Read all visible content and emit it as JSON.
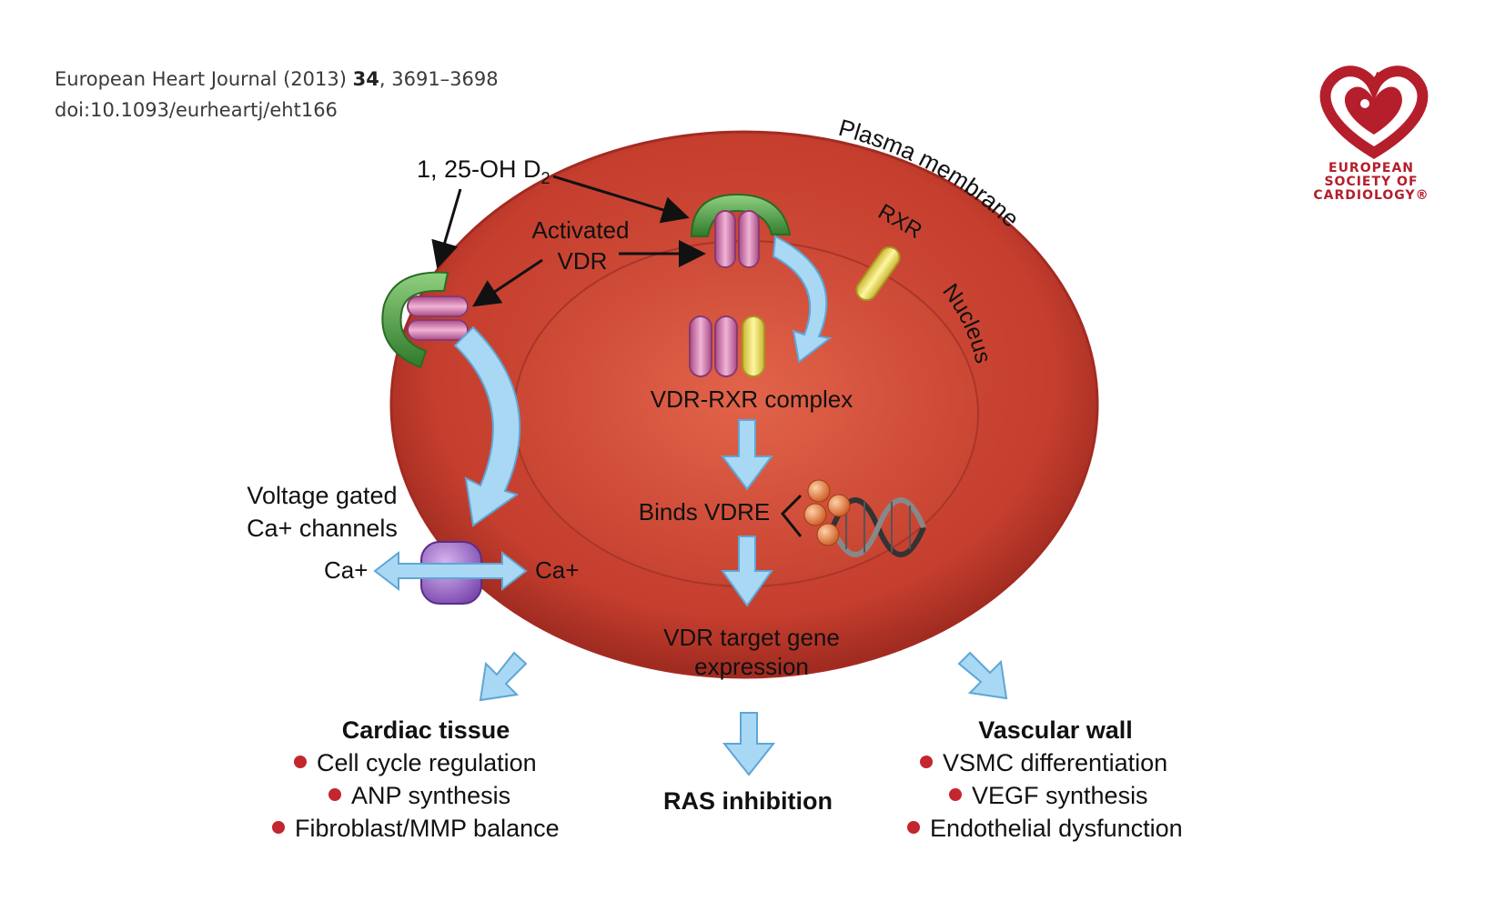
{
  "citation": {
    "journal": "European Heart Journal (2013)",
    "volume": "34",
    "pages": ", 3691–3698",
    "doi": "doi:10.1093/eurheartj/eht166"
  },
  "logo": {
    "line1": "EUROPEAN",
    "line2": "SOCIETY OF",
    "line3": "CARDIOLOGY®"
  },
  "diagram": {
    "ligand": "1, 25-OH D",
    "ligand_sub": "2",
    "plasma_membrane": "Plasma membrane",
    "activated": "Activated",
    "vdr": "VDR",
    "rxr": "RXR",
    "nucleus": "Nucleus",
    "complex": "VDR-RXR complex",
    "binds": "Binds VDRE",
    "target1": "VDR target gene",
    "target2": "expression",
    "voltage1": "Voltage gated",
    "voltage2": "Ca+ channels",
    "ca_left": "Ca+",
    "ca_right": "Ca+",
    "ras": "RAS inhibition",
    "cardiac": {
      "title": "Cardiac tissue",
      "items": [
        "Cell cycle regulation",
        "ANP synthesis",
        "Fibroblast/MMP balance"
      ]
    },
    "vascular": {
      "title": "Vascular wall",
      "items": [
        "VSMC differentiation",
        "VEGF synthesis",
        "Endothelial dysfunction"
      ]
    }
  },
  "colors": {
    "outer_cell": "#c9402f",
    "nucleus": "#d4503d",
    "receptor_green": "#4e9a45",
    "vdr_pink": "#d77fb0",
    "rxr_yellow": "#f2e25a",
    "arrow_blue": "#9fd0f0",
    "bullet_red": "#c4262e",
    "esc_red": "#b51e2b"
  }
}
